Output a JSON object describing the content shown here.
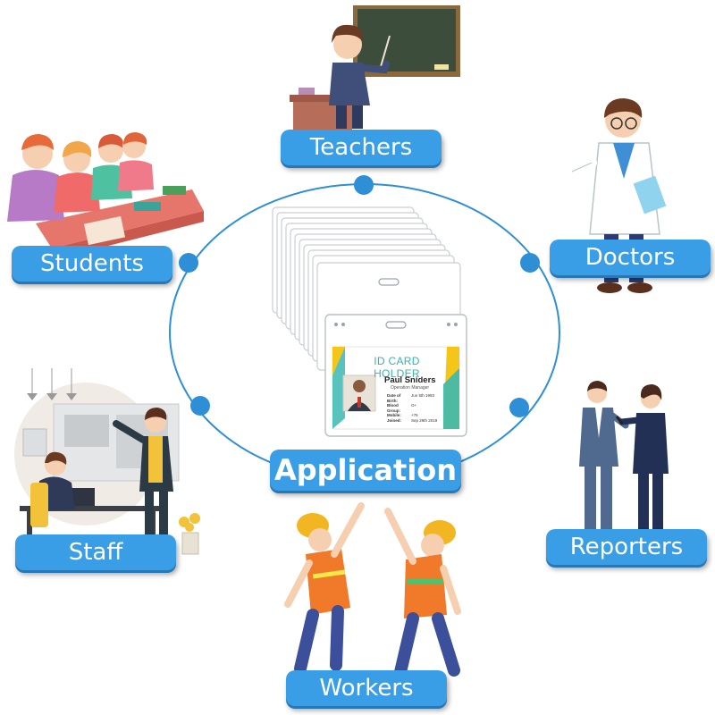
{
  "center_label": "Application",
  "categories": {
    "teachers": "Teachers",
    "students": "Students",
    "doctors": "Doctors",
    "staff": "Staff",
    "reporters": "Reporters",
    "workers": "Workers"
  },
  "id_card": {
    "header": "ID CARD HOLDER",
    "name": "Paul Sniders",
    "title": "Operation Manager",
    "rows": [
      {
        "label": "Date of Birth:",
        "value": "Jun 5th 1993"
      },
      {
        "label": "Blood Group:",
        "value": "O+"
      },
      {
        "label": "Mobile:",
        "value": "+76"
      },
      {
        "label": "Joined:",
        "value": "Sep 29th 2019"
      }
    ]
  },
  "colors": {
    "accent": "#3a9ee6",
    "ring": "#2e8fd6",
    "card_yellow": "#f5c518",
    "card_teal": "#3bb8b0"
  }
}
